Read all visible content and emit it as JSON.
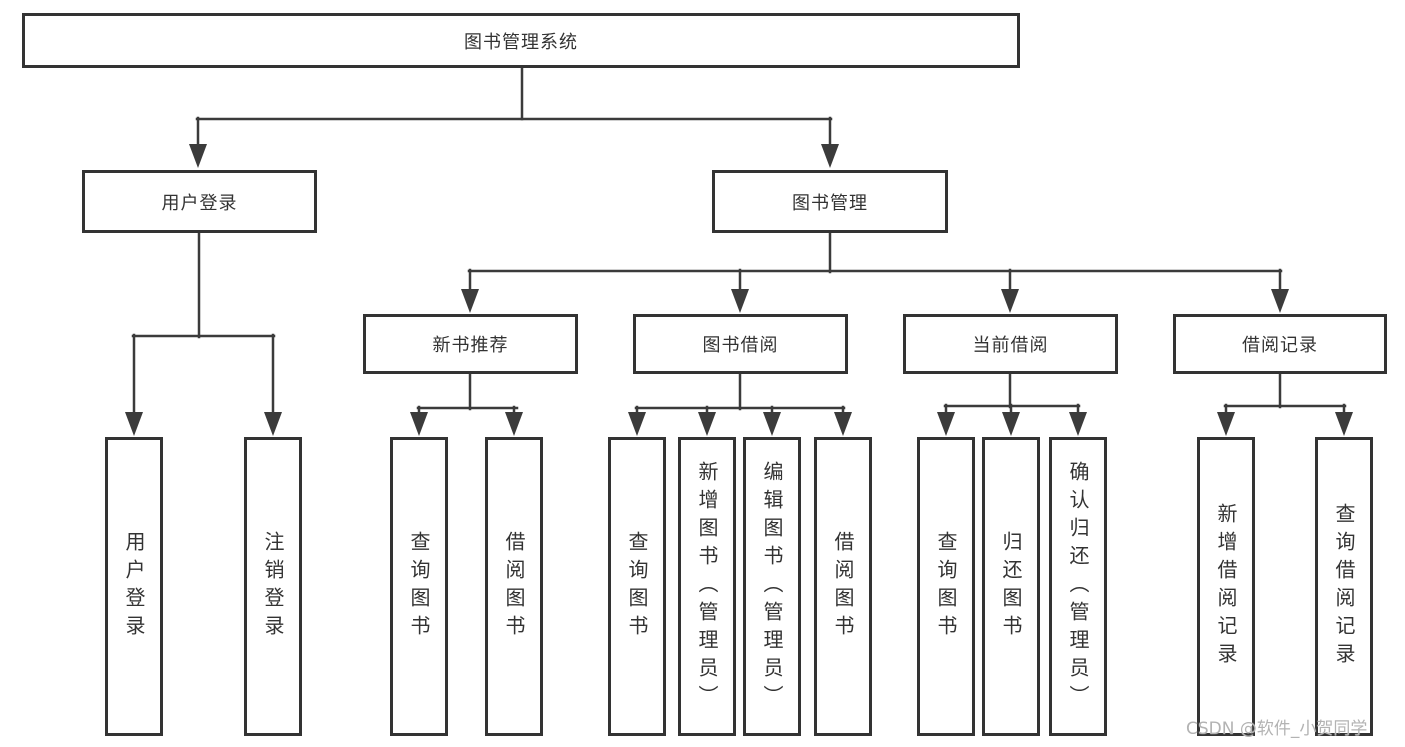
{
  "tree": {
    "root": {
      "label": "图书管理系统"
    },
    "branches": [
      {
        "label": "用户登录",
        "children": [
          {
            "label": "用户登录"
          },
          {
            "label": "注销登录"
          }
        ]
      },
      {
        "label": "图书管理",
        "children": [
          {
            "label": "新书推荐",
            "children": [
              {
                "label": "查询图书"
              },
              {
                "label": "借阅图书"
              }
            ]
          },
          {
            "label": "图书借阅",
            "children": [
              {
                "label": "查询图书"
              },
              {
                "label": "新增图书（管理员）"
              },
              {
                "label": "编辑图书（管理员）"
              },
              {
                "label": "借阅图书"
              }
            ]
          },
          {
            "label": "当前借阅",
            "children": [
              {
                "label": "查询图书"
              },
              {
                "label": "归还图书"
              },
              {
                "label": "确认归还（管理员）"
              }
            ]
          },
          {
            "label": "借阅记录",
            "children": [
              {
                "label": "新增借阅记录"
              },
              {
                "label": "查询借阅记录"
              }
            ]
          }
        ]
      }
    ]
  },
  "watermark": {
    "text": "CSDN @软件_小贺同学"
  },
  "colors": {
    "line": "#3b3b3b",
    "box_border": "#333333",
    "text": "#333333",
    "watermark": "#b3b3b3",
    "background": "#ffffff"
  }
}
